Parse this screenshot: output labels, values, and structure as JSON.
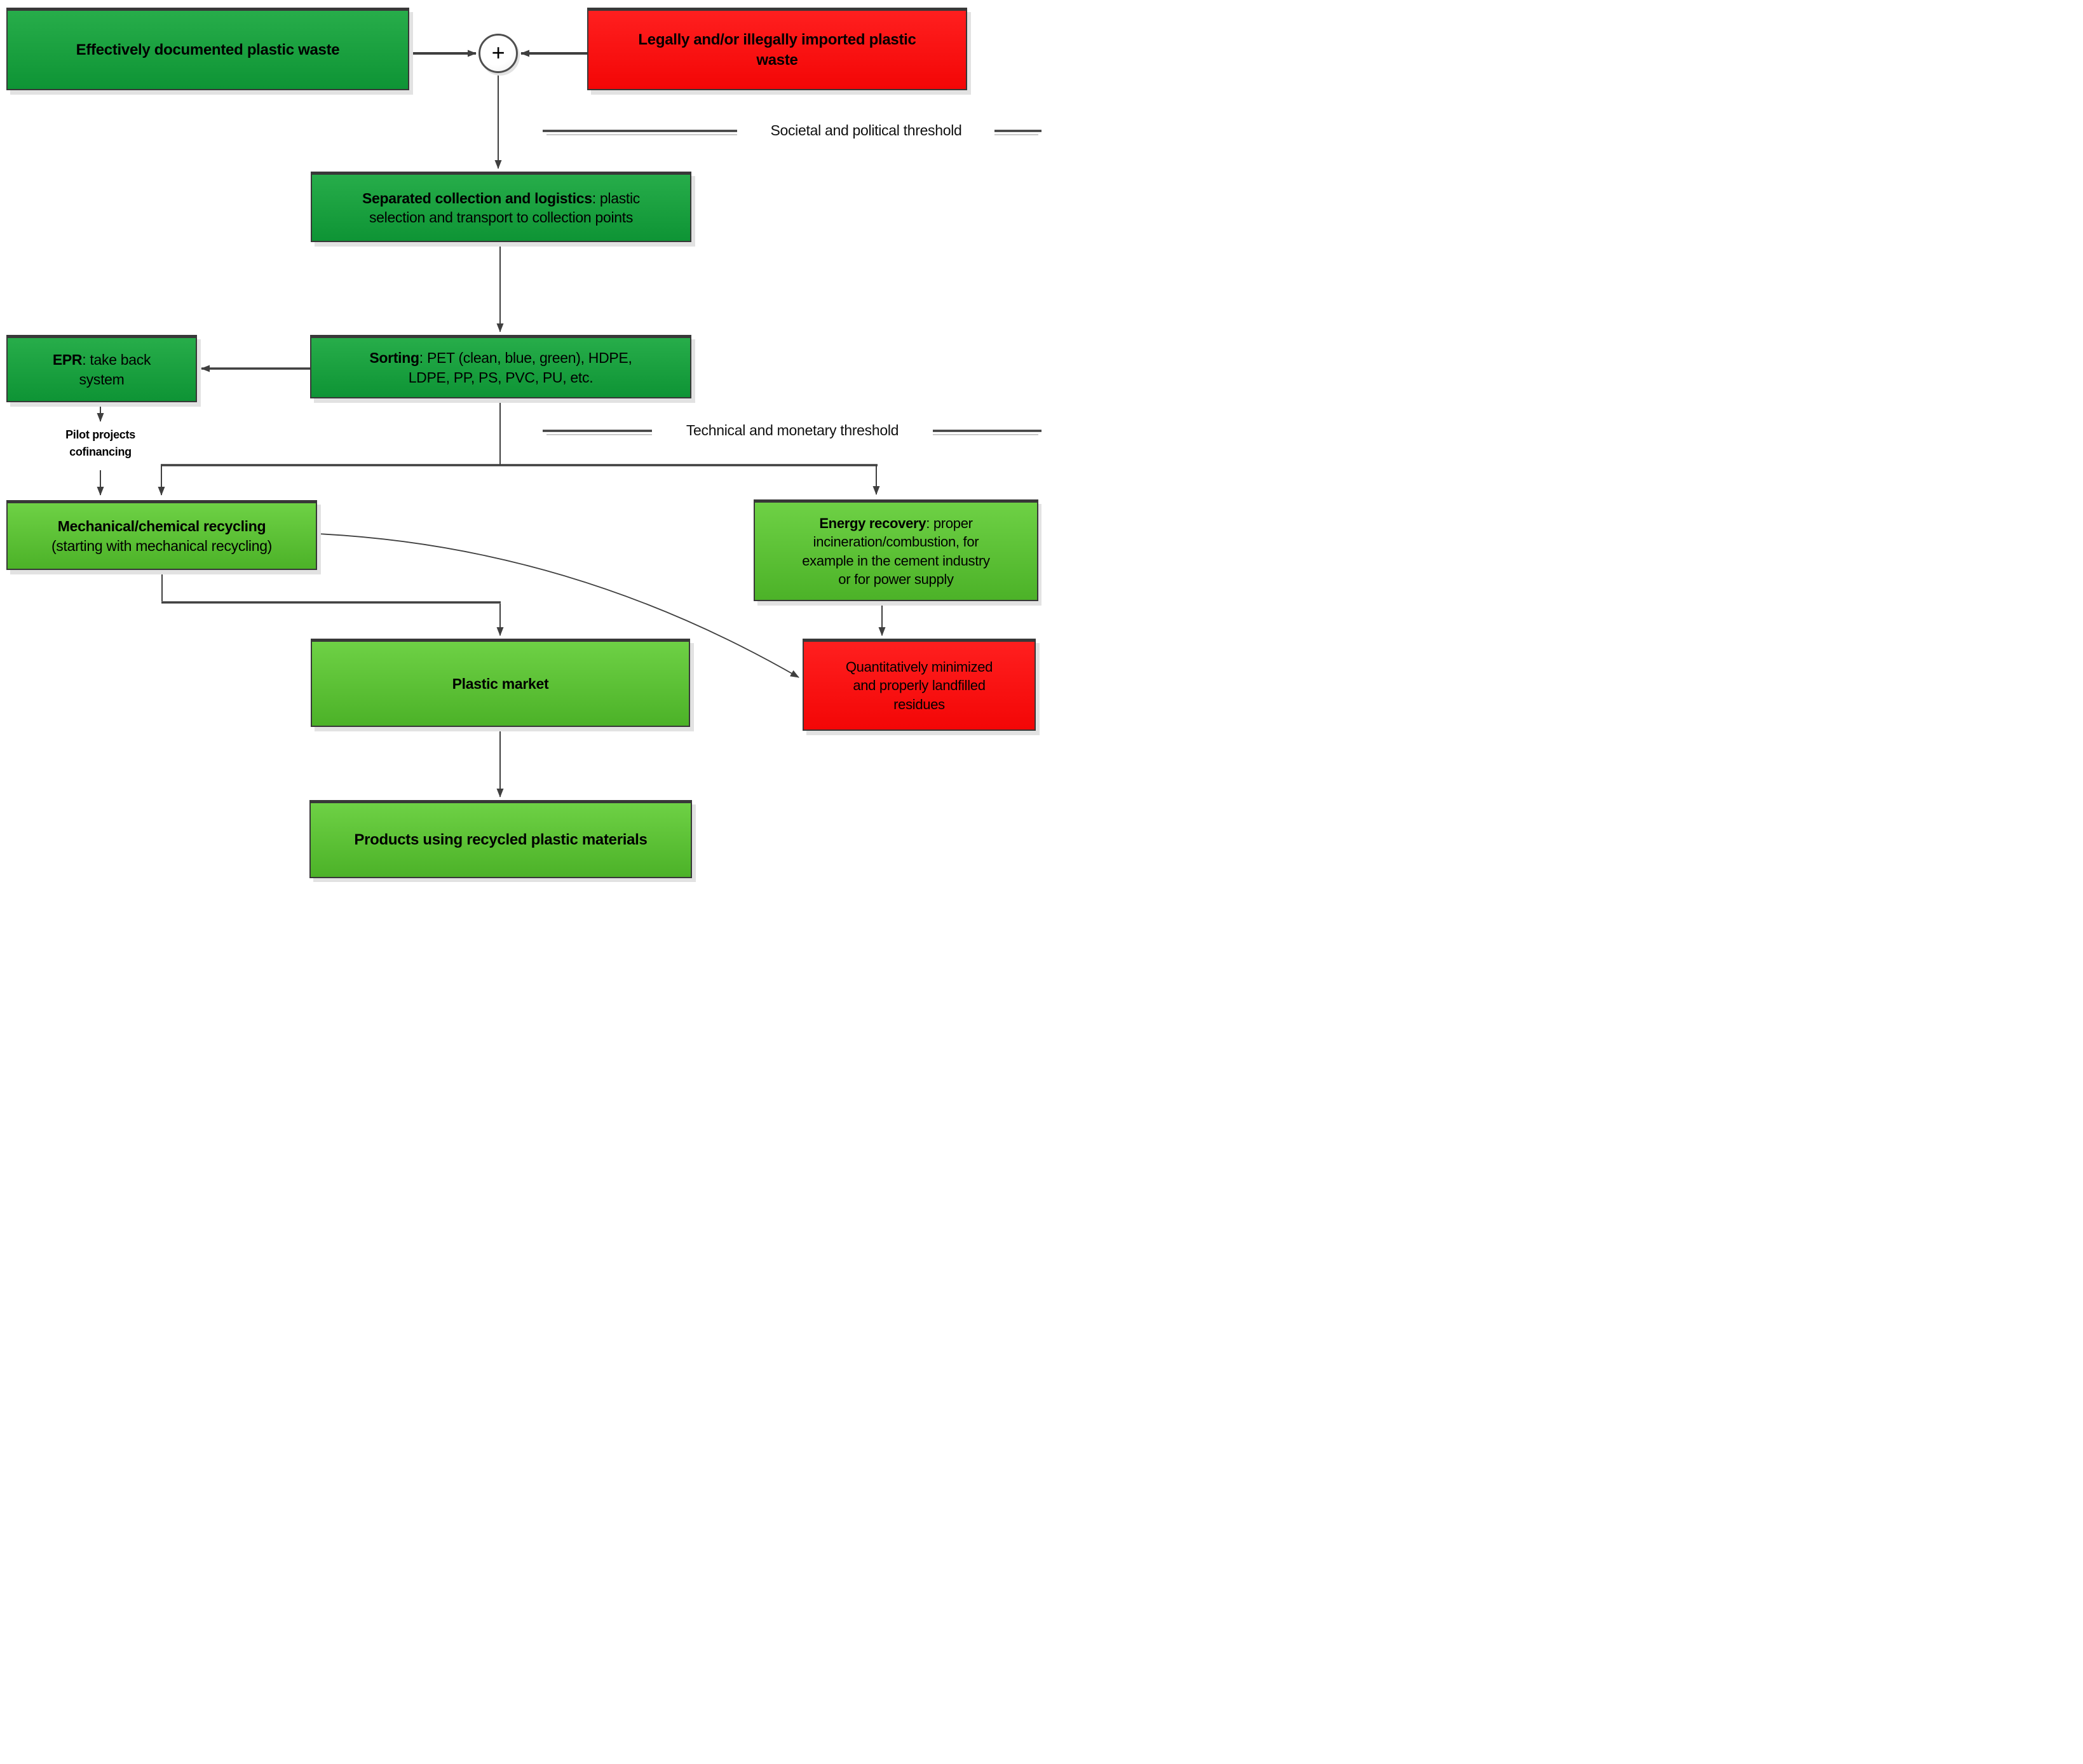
{
  "diagram": {
    "colors": {
      "dark_green_top": "#27ad4a",
      "dark_green_bottom": "#0e9435",
      "light_green_top": "#6ed145",
      "light_green_bottom": "#4cb228",
      "red_top": "#ff1f1f",
      "red_bottom": "#f30606",
      "border": "#383838",
      "connector": "#3f3f3f",
      "connector_light": "#c9c9c9",
      "shadow": "#e2e2e2",
      "circle_border": "#4f4f4f"
    },
    "nodes": {
      "documented": {
        "text": "Effectively documented plastic waste"
      },
      "imported": {
        "lines": [
          {
            "rest": "Legally and/or illegally imported plastic"
          },
          {
            "rest": "waste"
          }
        ]
      },
      "plus": {
        "symbol": "+"
      },
      "collection": {
        "lines": [
          {
            "bold": "Separated collection and logistics",
            "rest": ": plastic"
          },
          {
            "bold": "",
            "rest": "selection and transport to collection points"
          }
        ]
      },
      "sorting": {
        "lines": [
          {
            "bold": "Sorting",
            "rest": ": PET (clean, blue, green), HDPE,"
          },
          {
            "bold": "",
            "rest": "LDPE, PP, PS, PVC, PU, etc."
          }
        ]
      },
      "epr": {
        "lines": [
          {
            "bold": "EPR",
            "rest": ": take back"
          },
          {
            "bold": "",
            "rest": "system"
          }
        ]
      },
      "recycling": {
        "lines": [
          {
            "bold": "Mechanical/chemical recycling",
            "rest": ""
          },
          {
            "bold": "",
            "rest": "(starting with mechanical recycling)"
          }
        ]
      },
      "energy": {
        "lines": [
          {
            "bold": "Energy recovery",
            "rest": ": proper"
          },
          {
            "bold": "",
            "rest": "incineration/combustion, for"
          },
          {
            "bold": "",
            "rest": "example in the cement industry"
          },
          {
            "bold": "",
            "rest": "or for power supply"
          }
        ]
      },
      "market": {
        "text": "Plastic market"
      },
      "residues": {
        "lines": [
          {
            "rest": "Quantitatively minimized"
          },
          {
            "rest": "and properly landfilled"
          },
          {
            "rest": "residues"
          }
        ]
      },
      "products": {
        "text": "Products using recycled plastic materials"
      }
    },
    "labels": {
      "threshold1": "Societal and political threshold",
      "threshold2": "Technical and monetary threshold",
      "pilot_line1": "Pilot projects",
      "pilot_line2": "cofinancing"
    }
  }
}
